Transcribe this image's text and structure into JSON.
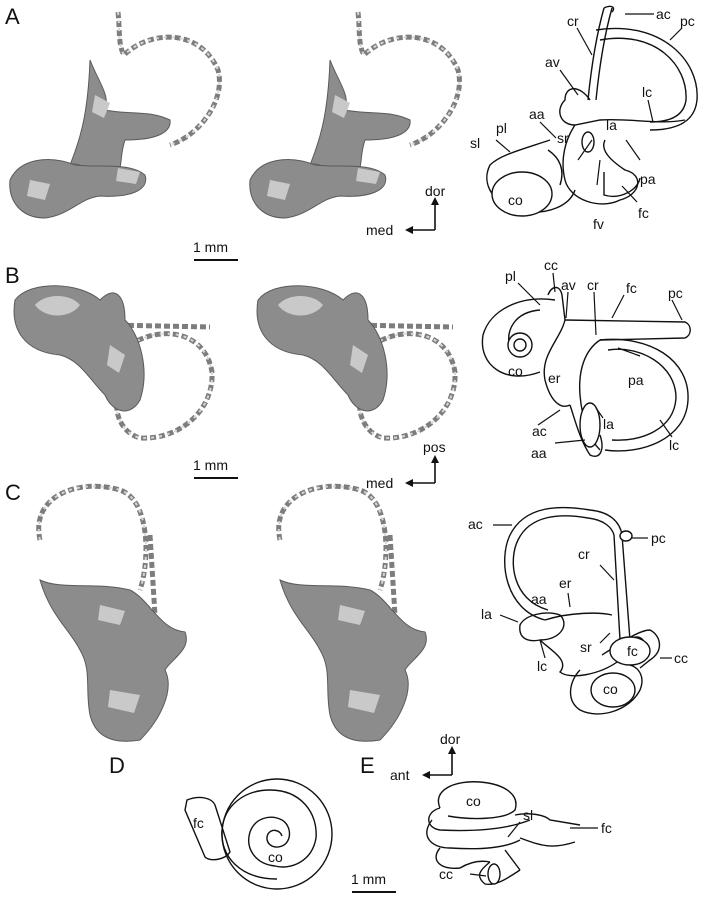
{
  "panels": {
    "A": {
      "letter": "A",
      "labels": {
        "ac": "ac",
        "cr": "cr",
        "pc": "pc",
        "av": "av",
        "aa": "aa",
        "lc": "lc",
        "sr": "sr",
        "la": "la",
        "pl": "pl",
        "sl": "sl",
        "pa": "pa",
        "co": "co",
        "fv": "fv",
        "fc": "fc"
      },
      "scale_bar": "1 mm",
      "orientation": {
        "up": "dor",
        "side": "med"
      }
    },
    "B": {
      "letter": "B",
      "labels": {
        "cc": "cc",
        "pl": "pl",
        "av": "av",
        "cr": "cr",
        "fc": "fc",
        "pc": "pc",
        "co": "co",
        "er": "er",
        "pa": "pa",
        "ac": "ac",
        "la": "la",
        "aa": "aa",
        "lc": "lc"
      },
      "scale_bar": "1 mm",
      "orientation": {
        "up": "pos",
        "side": "med"
      }
    },
    "C": {
      "letter": "C",
      "labels": {
        "ac": "ac",
        "pc": "pc",
        "cr": "cr",
        "er": "er",
        "aa": "aa",
        "la": "la",
        "lc": "lc",
        "sr": "sr",
        "cc": "cc",
        "fc": "fc",
        "co": "co"
      },
      "orientation": {
        "up": "dor",
        "side": "ant"
      }
    },
    "D": {
      "letter": "D",
      "labels": {
        "fc": "fc",
        "co": "co"
      }
    },
    "E": {
      "letter": "E",
      "labels": {
        "co": "co",
        "sl": "sl",
        "fc": "fc",
        "cc": "cc"
      },
      "scale_bar": "1 mm"
    }
  }
}
